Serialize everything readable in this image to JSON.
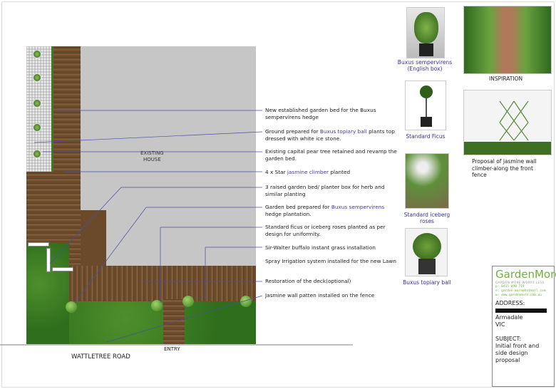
{
  "plan": {
    "house_label": "EXISTING\nHOUSE",
    "entry_label": "ENTRY",
    "road_label": "WATTLETREE ROAD"
  },
  "notes": [
    {
      "pre": "New established garden bed for the Buxus sempervirens hedge",
      "hl": "",
      "post": ""
    },
    {
      "pre": "Ground prepared for ",
      "hl": "Buxus topiary ball",
      "post": " plants top dressed with white ice stone."
    },
    {
      "pre": "Existing capital pear tree retained and revamp the garden bed.",
      "hl": "",
      "post": ""
    },
    {
      "pre": "4 x Star ",
      "hl": "jasmine climber",
      "post": " planted"
    },
    {
      "pre": "3 raised garden bed/ planter box for herb and similar planting",
      "hl": "",
      "post": ""
    },
    {
      "pre": "Garden bed prepared for ",
      "hl": "Buxus sempervirens",
      "post": " hedge plantation."
    },
    {
      "pre": "Standard ficus or iceberg roses planted as per design for uniformity.",
      "hl": "",
      "post": ""
    },
    {
      "pre": "Sir-Walter buffalo instant grass installation",
      "hl": "",
      "post": ""
    },
    {
      "pre": "Spray Irrigation system installed for the new Lawn",
      "hl": "",
      "post": ""
    },
    {
      "pre": "Restoration of the deck(optional)",
      "hl": "",
      "post": ""
    },
    {
      "pre": "Jasmine wall patten installed on the fence",
      "hl": "",
      "post": ""
    }
  ],
  "plants": [
    {
      "caption": "Buxus sempervirens (English box)"
    },
    {
      "caption": "Standard Ficus"
    },
    {
      "caption": "Standard iceberg roses"
    },
    {
      "caption": "Buxus topiary ball"
    }
  ],
  "inspiration": {
    "title": "INSPIRATION",
    "caption": "Proposal of jasmine wall climber-along the front fence"
  },
  "titleblock": {
    "brand": "GardenMore",
    "tagline": "GARDEN MORE WORRY LESS",
    "phone": "p: 0415 090 719",
    "email": "e: garden-more@hotmail.com",
    "web": "w: www.gardenmore.com.au",
    "address_label": "ADDRESS:",
    "suburb": "Armadale",
    "state": "VIC",
    "subject_label": "SUBJECT:",
    "subject": "Initial front and side design proposal"
  },
  "colors": {
    "accent": "#4b3aa8",
    "brand": "#6bb33a",
    "house": "#c6c6c6"
  }
}
